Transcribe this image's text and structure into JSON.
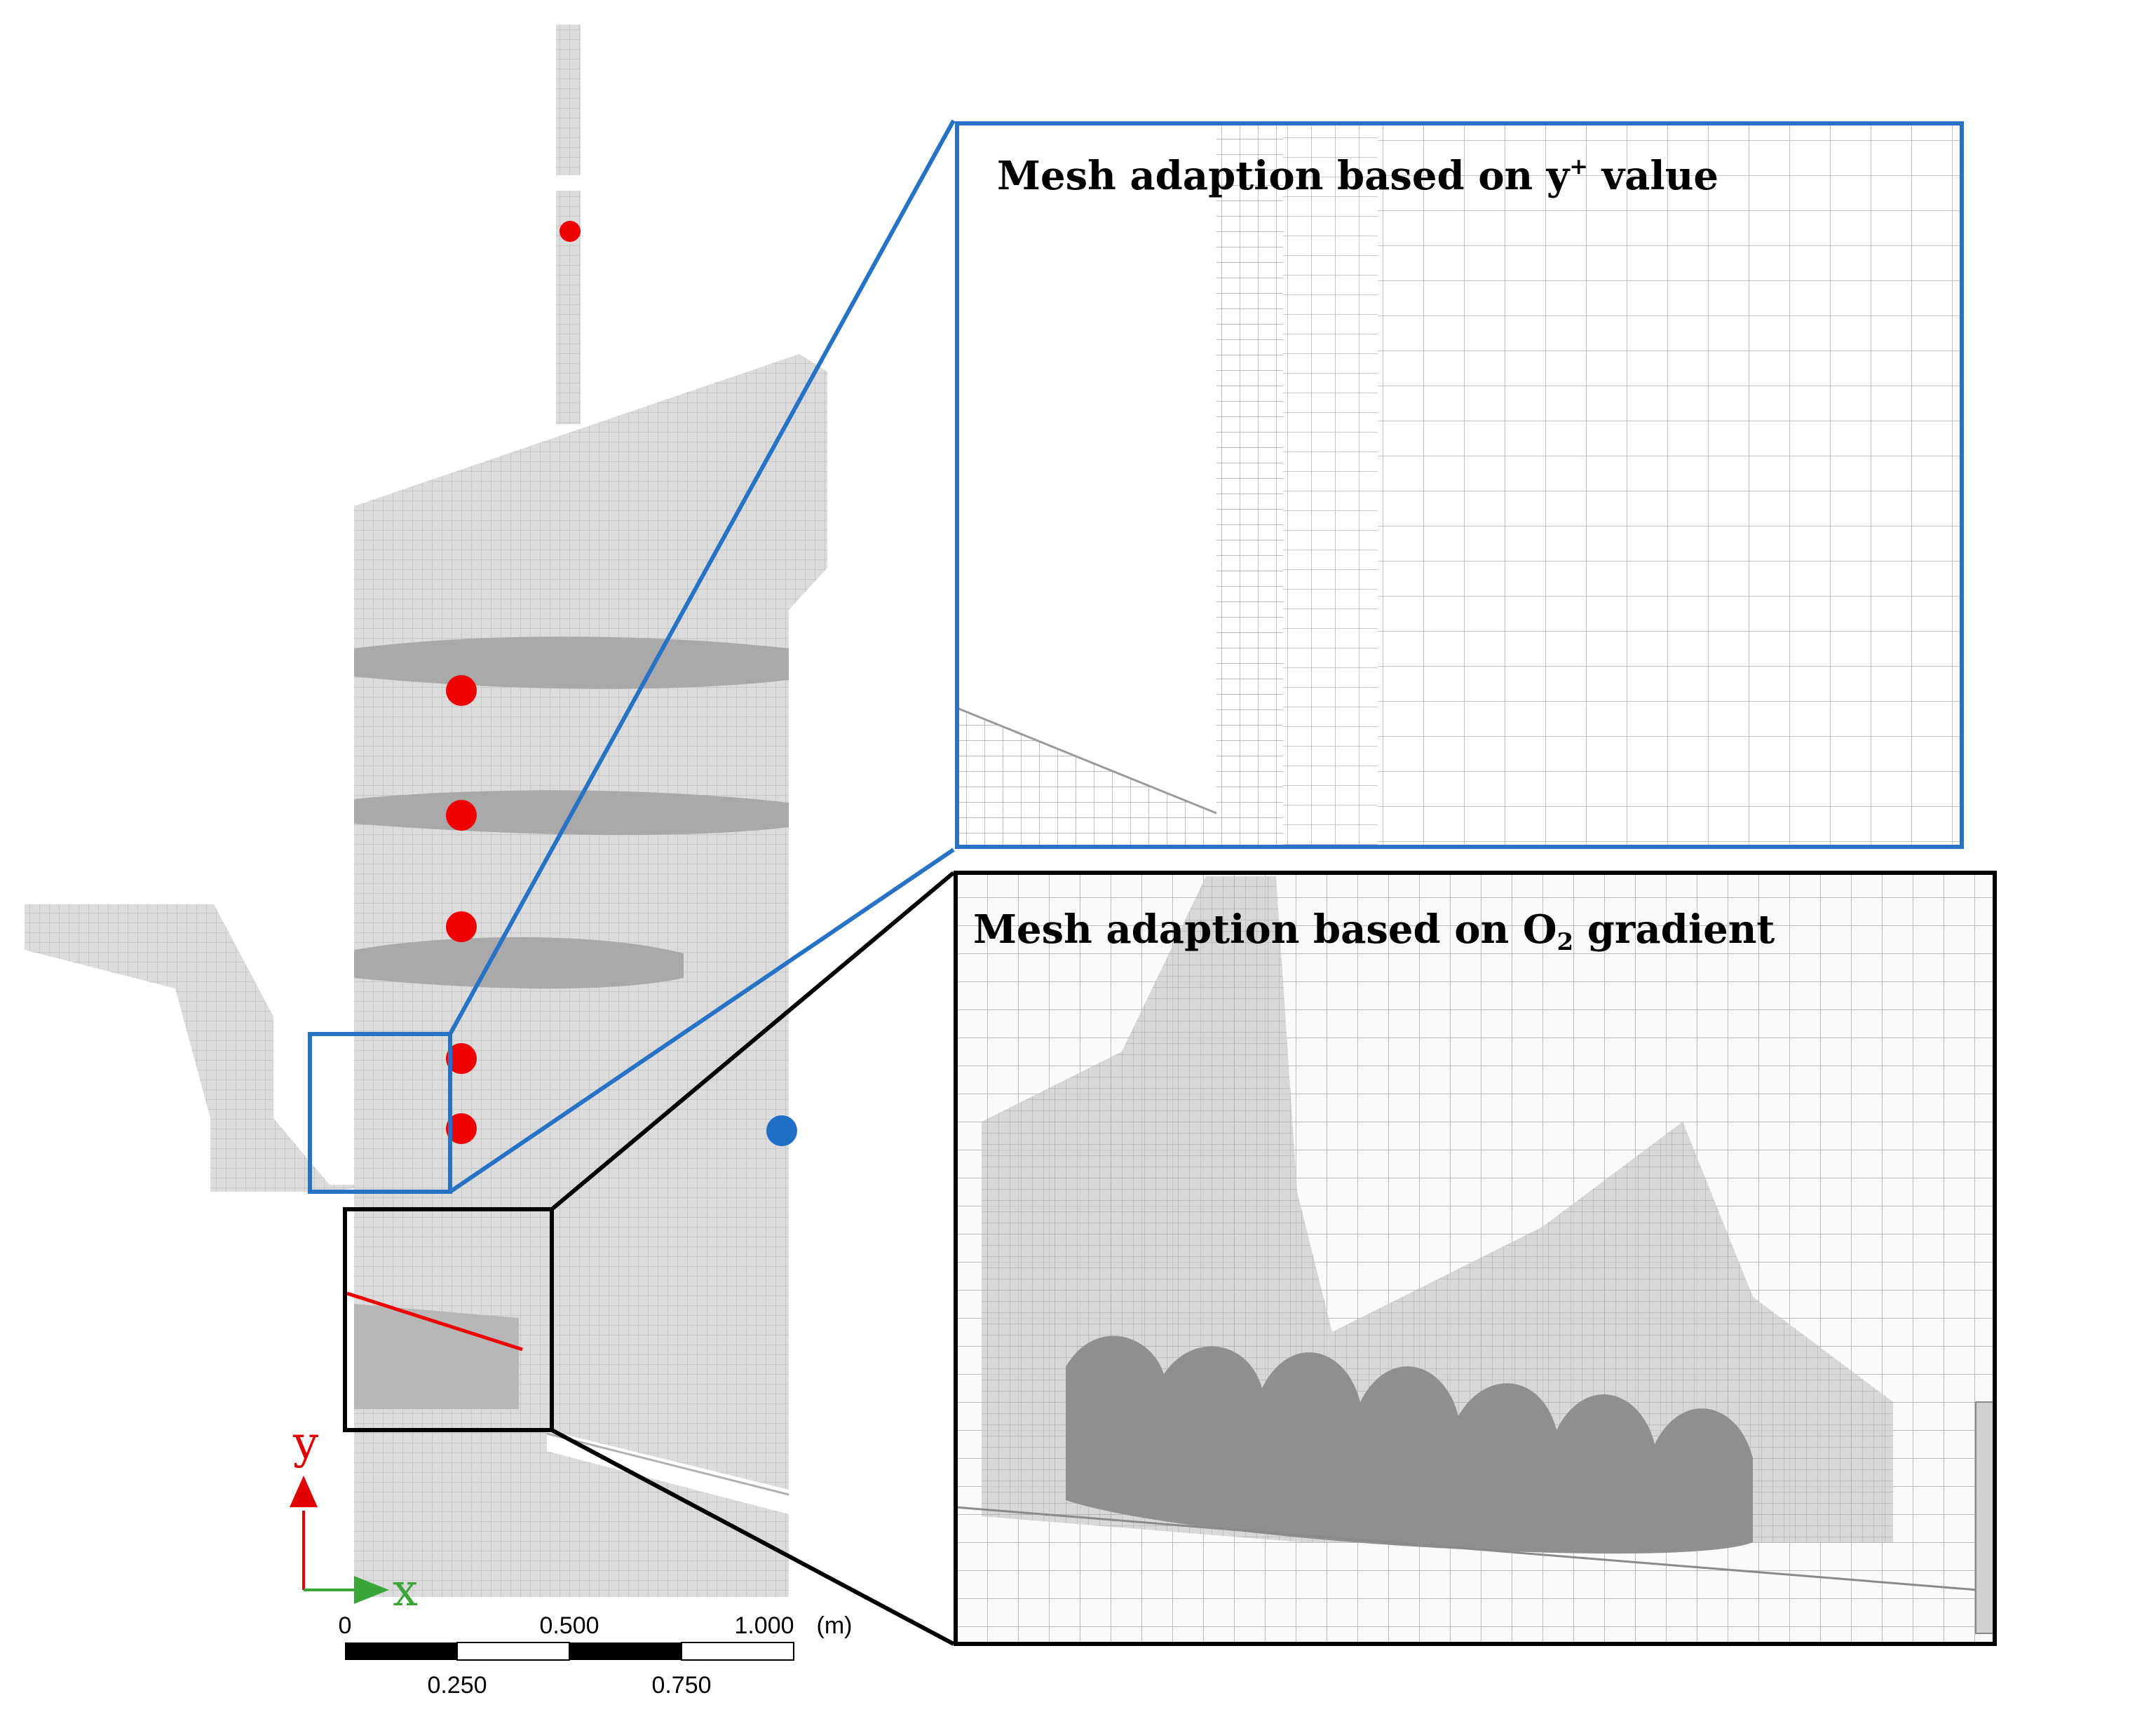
{
  "panels": {
    "top": {
      "title_main": "Mesh adaption based on y",
      "title_sup": "+",
      "title_tail": " value"
    },
    "bottom": {
      "title_main": "Mesh adaption based on O",
      "title_sub": "2",
      "title_tail": " gradient"
    }
  },
  "axes": {
    "x": "x",
    "y": "y"
  },
  "scalebar": {
    "top_labels": [
      "0",
      "0.500",
      "1.000"
    ],
    "bottom_labels": [
      "0.250",
      "0.750"
    ],
    "unit": "(m)"
  },
  "colors": {
    "mesh": "#dadada",
    "mesh_line": "#bdbdbd",
    "dense": "#a6a6a6",
    "red_marker": "#ee0000",
    "blue_marker": "#1f6fc7",
    "top_box": "#2673c5",
    "bottom_box": "#000000",
    "axis_x": "#3aa63a",
    "axis_y": "#e00000"
  },
  "markers": {
    "red_count": 6,
    "blue_count": 1
  }
}
